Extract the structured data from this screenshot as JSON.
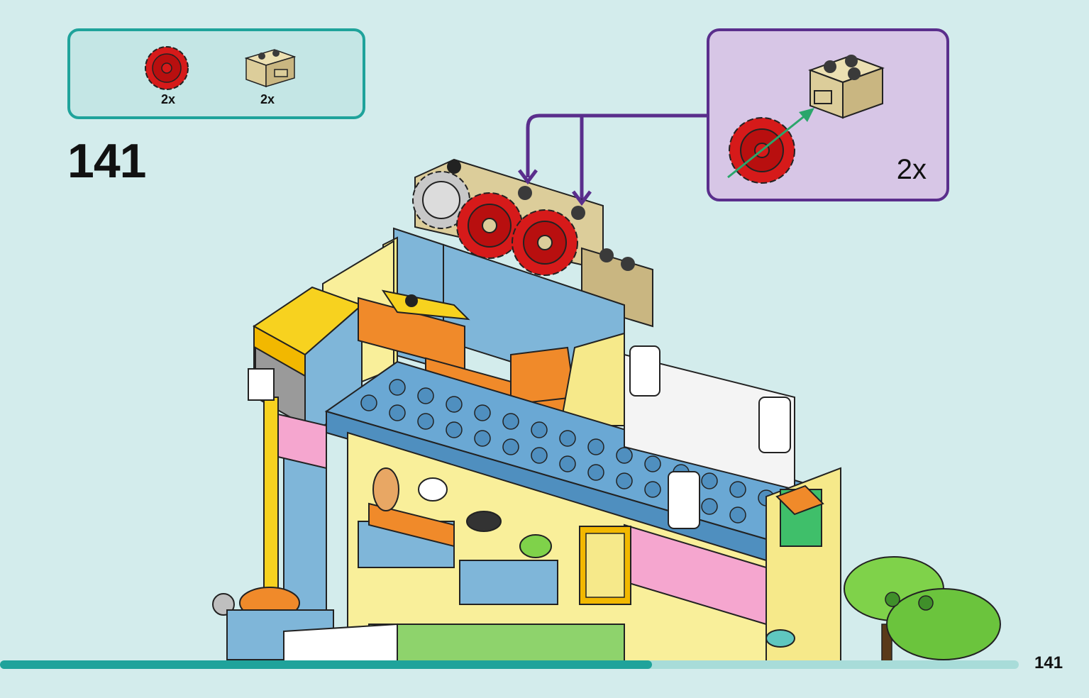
{
  "parts_list": {
    "items": [
      {
        "icon": "red-gear-icon",
        "quantity": "2x"
      },
      {
        "icon": "tan-brick-with-pin-icon",
        "quantity": "2x"
      }
    ]
  },
  "step": {
    "number": "141"
  },
  "callout": {
    "quantity": "2x"
  },
  "footer": {
    "page_number": "141",
    "progress": 0.64
  },
  "colors": {
    "background": "#d3ecec",
    "parts_box_border": "#1fa39b",
    "callout_border": "#5a2e8c",
    "callout_bg": "#d7c6e6",
    "gear_red": "#d61a1a",
    "brick_tan": "#dccd9a",
    "arrow_purple": "#5a2e8c",
    "arrow_green": "#2aa66b"
  }
}
